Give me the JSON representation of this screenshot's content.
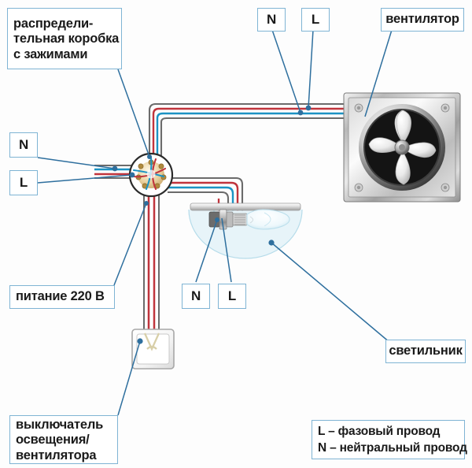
{
  "diagram": {
    "title_semantic": "vent-fan-and-light-wiring-diagram",
    "language": "ru",
    "colors": {
      "label_border": "#7fb4d4",
      "leader_line": "#2e6f9e",
      "wire_phase_red": "#c0343c",
      "wire_neutral_blue": "#1c93c4",
      "wire_sheath_gray": "#6b6b6b",
      "lamp_glow": "#dff0f7",
      "background": "#fdfdfd"
    }
  },
  "labels": {
    "junction_box": {
      "lines": [
        "распредели-",
        "тельная коробка",
        "с зажимами"
      ]
    },
    "fan": {
      "text": "вентилятор"
    },
    "power_supply": {
      "text": "питание 220 В"
    },
    "lamp": {
      "text": "светильник"
    },
    "switch": {
      "lines": [
        "выключатель",
        "освещения/",
        "вентилятора"
      ]
    },
    "n_top": {
      "text": "N"
    },
    "l_top": {
      "text": "L"
    },
    "n_left": {
      "text": "N"
    },
    "l_left": {
      "text": "L"
    },
    "n_lamp": {
      "text": "N"
    },
    "l_lamp": {
      "text": "L"
    }
  },
  "legend": {
    "lines": [
      "L – фазовый провод",
      "N – нейтральный провод"
    ]
  }
}
